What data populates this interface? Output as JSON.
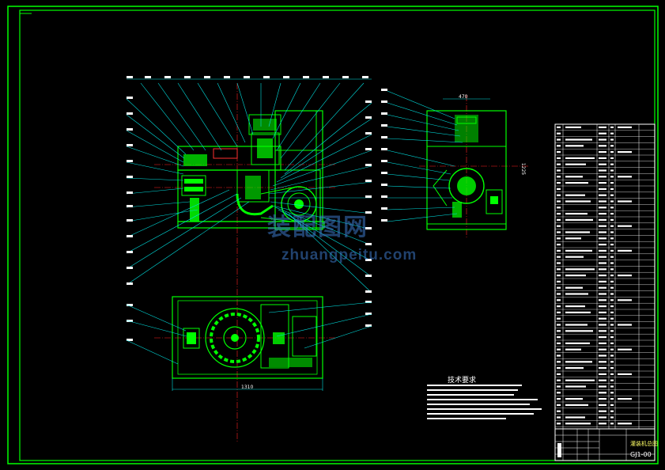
{
  "watermark": {
    "logo_text": "装配图网",
    "url_text": "zhuangpeitu.com"
  },
  "tech_requirements": {
    "title": "技术要求"
  },
  "title_block": {
    "name": "灌装机总图",
    "code": "GJ1-00"
  },
  "dimensions": {
    "top_view_width": "470",
    "bottom_width": "1310",
    "side_height": "1225"
  },
  "colors": {
    "frame": "#00ff00",
    "leader": "#00e0e0",
    "center": "#ff2020",
    "part": "#00ff00",
    "text": "#ffffff",
    "accent": "#ffff00"
  }
}
